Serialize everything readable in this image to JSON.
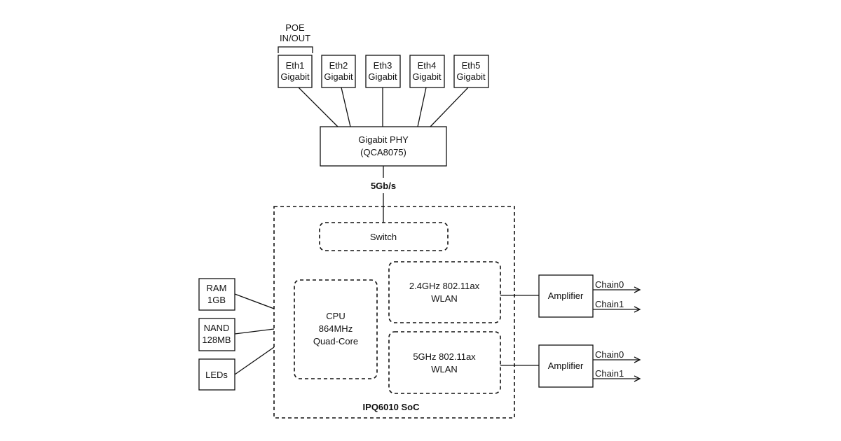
{
  "poe_label": {
    "line1": "POE",
    "line2": "IN/OUT"
  },
  "ports": [
    {
      "line1": "Eth1",
      "line2": "Gigabit"
    },
    {
      "line1": "Eth2",
      "line2": "Gigabit"
    },
    {
      "line1": "Eth3",
      "line2": "Gigabit"
    },
    {
      "line1": "Eth4",
      "line2": "Gigabit"
    },
    {
      "line1": "Eth5",
      "line2": "Gigabit"
    }
  ],
  "phy": {
    "line1": "Gigabit PHY",
    "line2": "(QCA8075)"
  },
  "link_speed": "5Gb/s",
  "soc": {
    "name": "IPQ6010 SoC",
    "switch": "Switch",
    "cpu": {
      "line1": "CPU",
      "line2": "864MHz",
      "line3": "Quad-Core"
    },
    "wlan_24": {
      "line1": "2.4GHz 802.11ax",
      "line2": "WLAN"
    },
    "wlan_5": {
      "line1": "5GHz 802.11ax",
      "line2": "WLAN"
    }
  },
  "memory": {
    "ram": {
      "line1": "RAM",
      "line2": "1GB"
    },
    "nand": {
      "line1": "NAND",
      "line2": "128MB"
    },
    "leds": "LEDs"
  },
  "amplifiers": [
    {
      "label": "Amplifier",
      "chain_a": "Chain0",
      "chain_b": "Chain1"
    },
    {
      "label": "Amplifier",
      "chain_a": "Chain0",
      "chain_b": "Chain1"
    }
  ]
}
